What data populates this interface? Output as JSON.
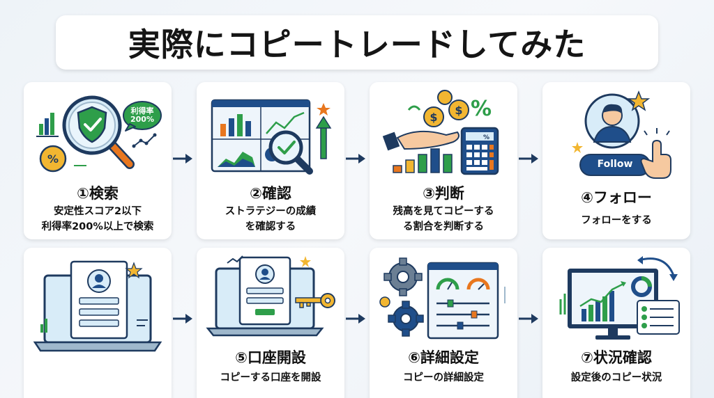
{
  "title": "実際にコピートレードしてみた",
  "steps": [
    {
      "title": "①検索",
      "desc": [
        "安定性スコア2以下",
        "利得率200%以上で検索"
      ],
      "badge": "利得率\n200%",
      "badge_l1": "利得率",
      "badge_l2": "200%",
      "icons": [
        "magnifier-shield-icon",
        "pie-chart-icon"
      ]
    },
    {
      "title": "②確認",
      "desc": [
        "ストラテジーの成績",
        "を確認する"
      ],
      "icons": [
        "dashboard-magnifier-icon",
        "trend-arrow-icon"
      ]
    },
    {
      "title": "③判断",
      "desc": [
        "残高を見てコピーする",
        "る割合を判断する"
      ],
      "icons": [
        "coins-hand-icon",
        "calculator-icon"
      ]
    },
    {
      "title": "④フォロー",
      "desc": [
        "フォローをする"
      ],
      "button_label": "Follow",
      "icons": [
        "profile-avatar-icon",
        "pointer-hand-icon"
      ]
    },
    {
      "title": "",
      "desc": [],
      "icons": [
        "laptop-profile-form-icon"
      ]
    },
    {
      "title": "⑤口座開設",
      "desc": [
        "コピーする口座を開設"
      ],
      "icons": [
        "laptop-form-key-icon"
      ]
    },
    {
      "title": "⑥詳細設定",
      "desc": [
        "コピーの詳細設定"
      ],
      "icons": [
        "gears-settings-panel-icon"
      ]
    },
    {
      "title": "⑦状況確認",
      "desc": [
        "設定後のコピー状況"
      ],
      "icons": [
        "monitor-chart-checklist-icon"
      ]
    }
  ],
  "colors": {
    "accent_blue": "#1f4e8a",
    "green": "#2e9e4a",
    "orange": "#e8771f",
    "gold": "#f2b631",
    "navy": "#1e3a5f"
  }
}
